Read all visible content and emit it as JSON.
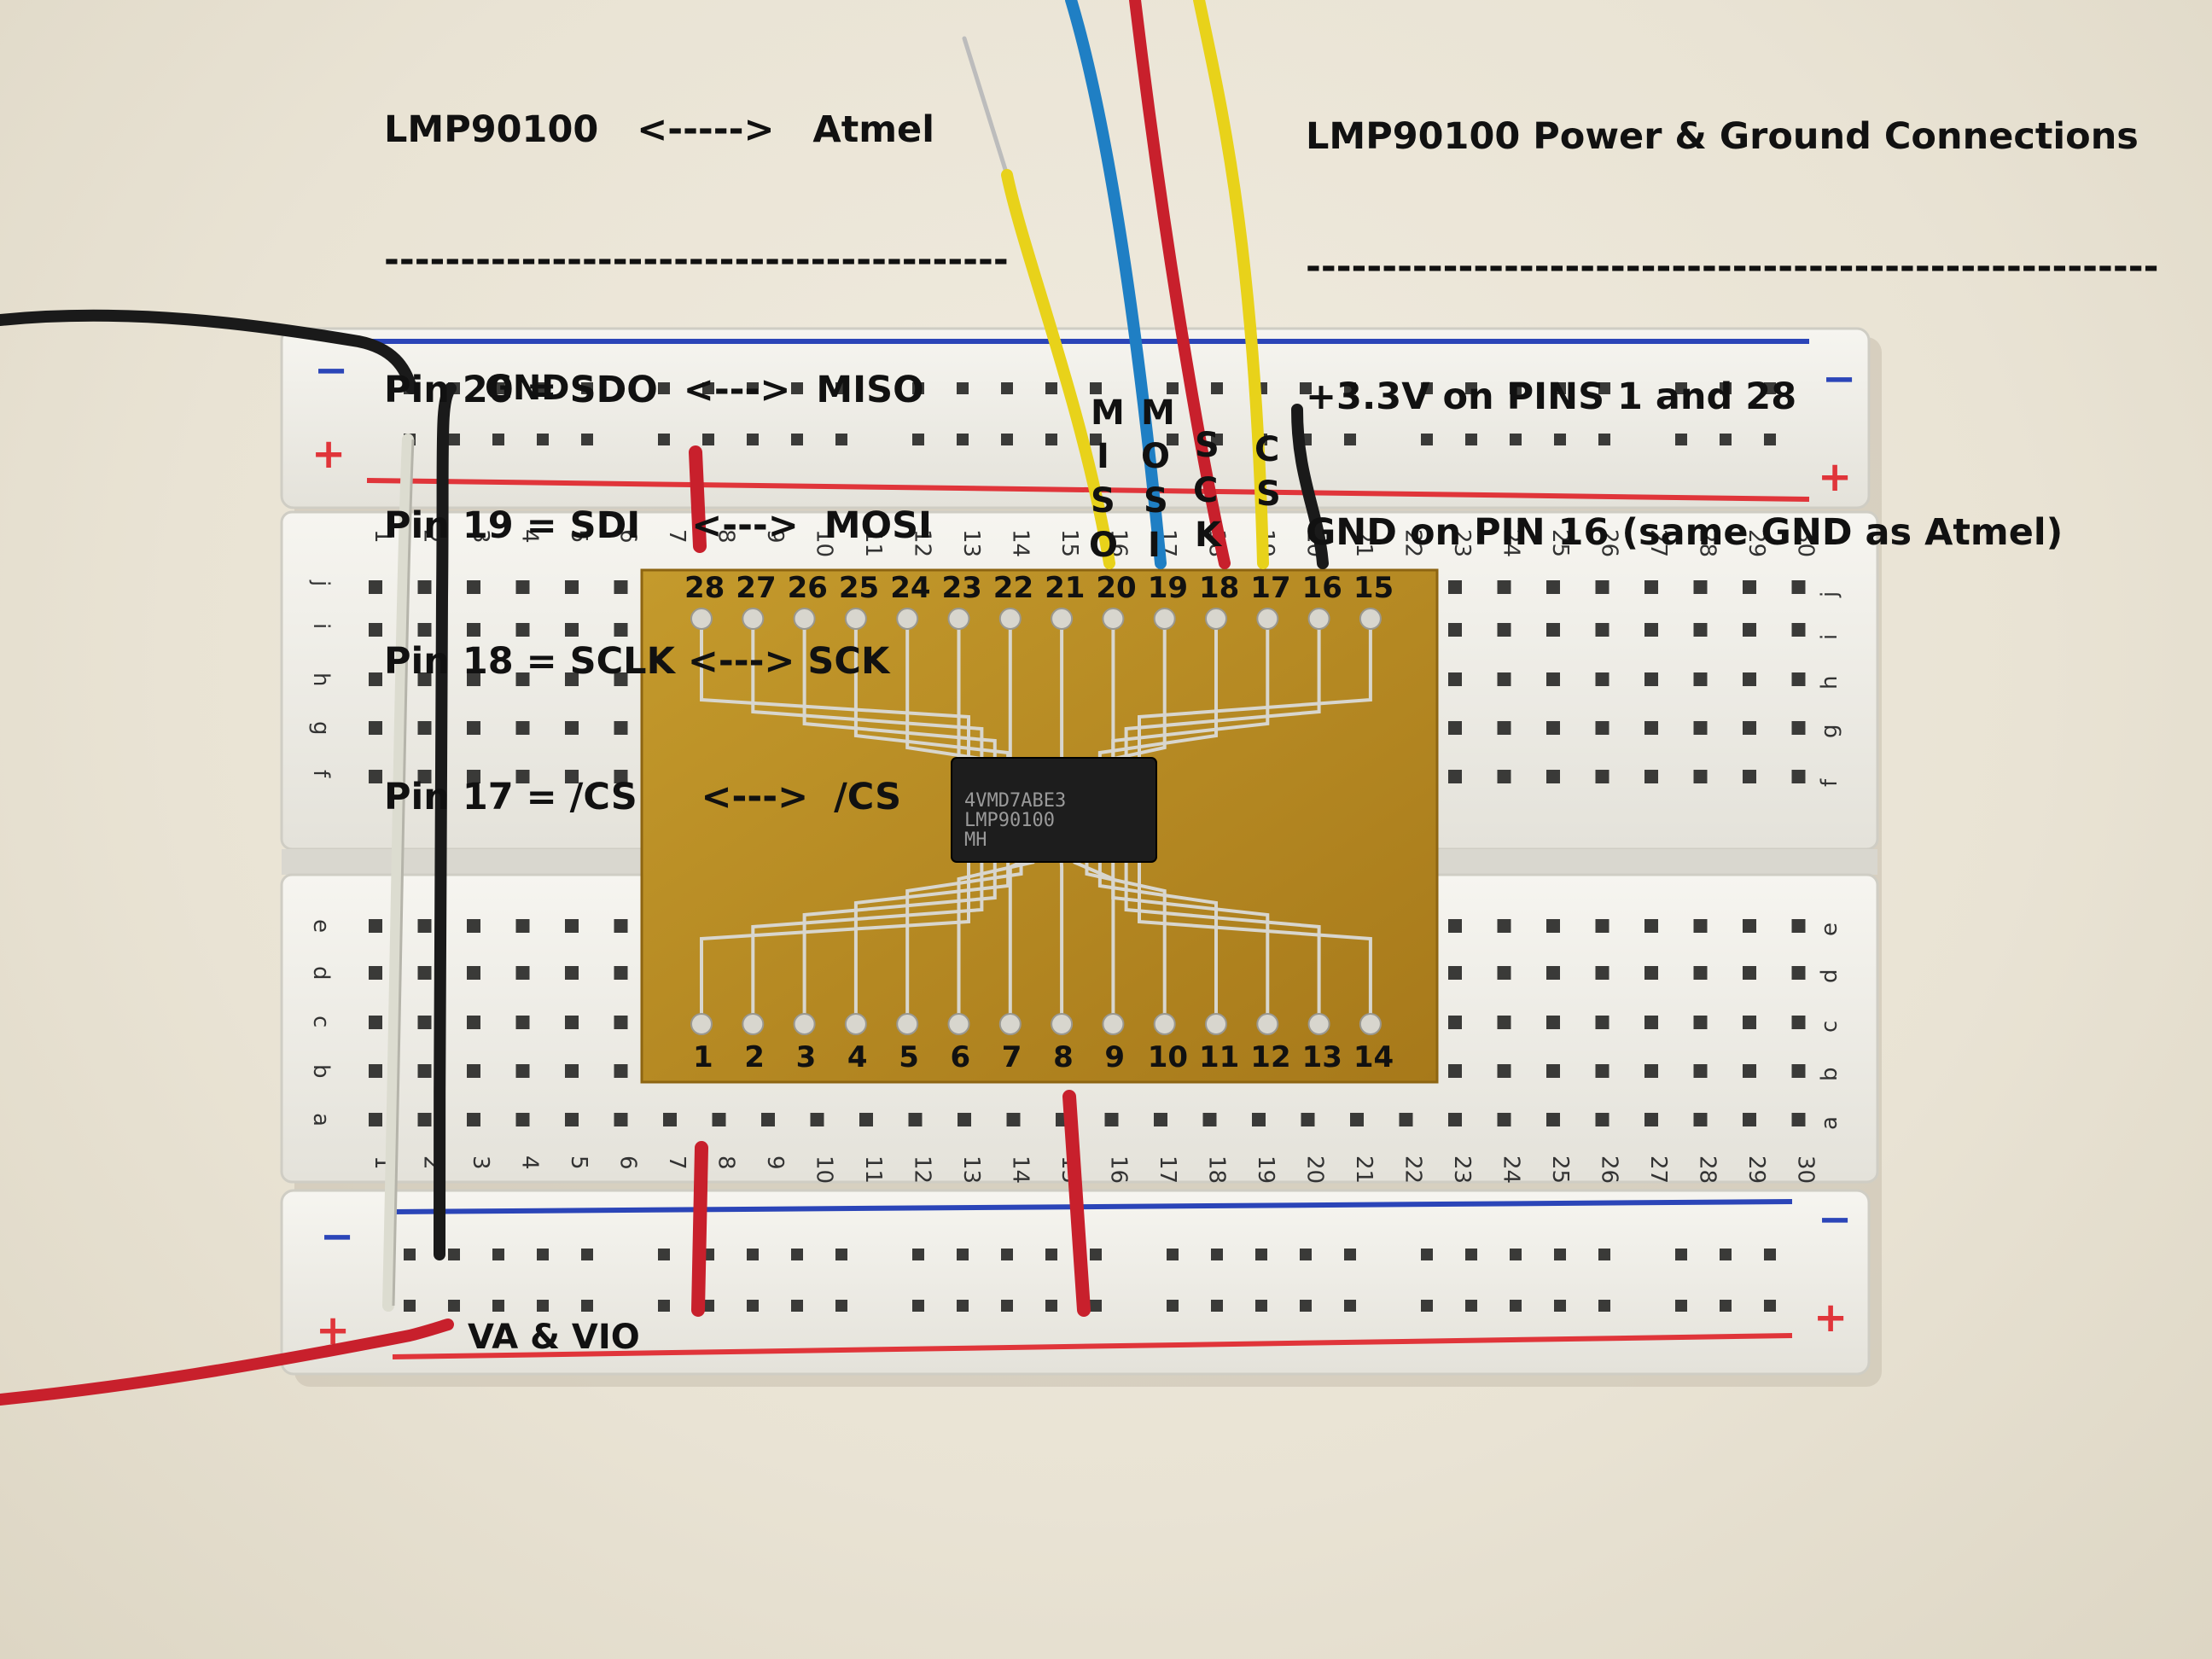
{
  "notes": {
    "left": [
      "LMP90100   <----->   Atmel",
      "-----------------------------------------",
      "Pin 20 = SDO  <--->  MISO",
      "Pin 19 = SDI    <--->  MOSI",
      "Pin 18 = SCLK <---> SCK",
      "Pin 17 = /CS     <--->  /CS"
    ],
    "right": [
      "LMP90100 Power & Ground Connections",
      "--------------------------------------------------------",
      "+3.3V on PINS 1 and 28",
      "GND on PIN 16 (same GND as Atmel)"
    ]
  },
  "labels": {
    "gnd": "GND",
    "va_vio": "VA & VIO",
    "miso": [
      "M",
      "I",
      "S",
      "O"
    ],
    "mosi": [
      "M",
      "O",
      "S",
      "I"
    ],
    "sck": [
      "S",
      "C",
      "K"
    ],
    "cs": [
      "C",
      "S"
    ],
    "plus": "+",
    "minus": "−"
  },
  "chip": {
    "line1": "4VMD7ABE3",
    "line2": "LMP90100",
    "line3": "MH",
    "top_pins": [
      "28",
      "27",
      "26",
      "25",
      "24",
      "23",
      "22",
      "21",
      "20",
      "19",
      "18",
      "17",
      "16",
      "15"
    ],
    "bottom_pins": [
      "1",
      "2",
      "3",
      "4",
      "5",
      "6",
      "7",
      "8",
      "9",
      "10",
      "11",
      "12",
      "13",
      "14"
    ]
  },
  "breadboard": {
    "columns": [
      "1",
      "2",
      "3",
      "4",
      "5",
      "6",
      "7",
      "8",
      "9",
      "10",
      "11",
      "12",
      "13",
      "14",
      "15",
      "16",
      "17",
      "18",
      "19",
      "20",
      "21",
      "22",
      "23",
      "24",
      "25",
      "26",
      "27",
      "28",
      "29",
      "30"
    ],
    "rows_top": [
      "j",
      "i",
      "h",
      "g",
      "f"
    ],
    "rows_bottom": [
      "e",
      "d",
      "c",
      "b",
      "a"
    ]
  },
  "colors": {
    "wire_yellow": "#e8d21a",
    "wire_blue": "#1f7fc4",
    "wire_red": "#c8202c",
    "wire_black": "#1a1a1a",
    "wire_white": "#dcdcd0",
    "pcb": "#b8891f",
    "rail_red": "#e0353a",
    "rail_blue": "#2b45b8"
  }
}
